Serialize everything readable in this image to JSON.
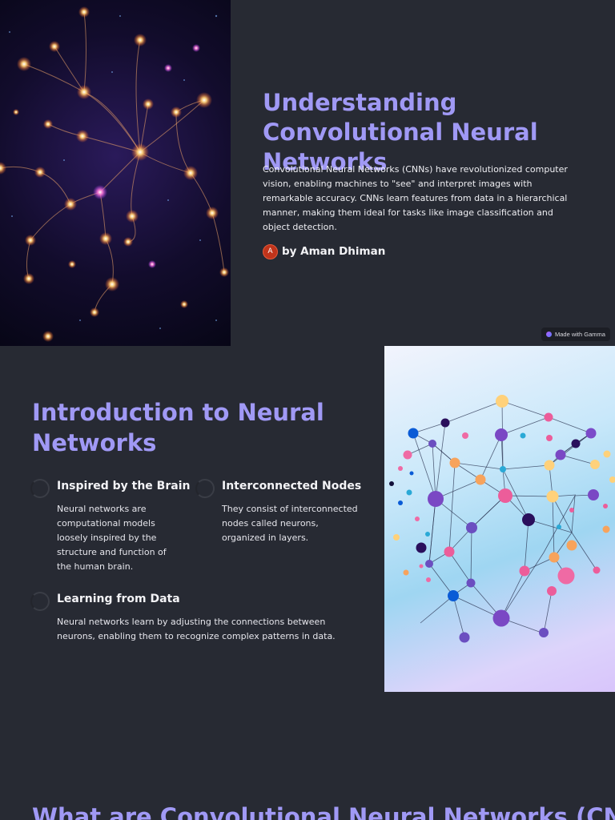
{
  "slide1": {
    "title": "Understanding Convolutional Neural Networks",
    "description": "Convolutional Neural Networks (CNNs) have revolutionized computer vision, enabling machines to \"see\" and interpret images with remarkable accuracy. CNNs learn features from data in a hierarchical manner, making them ideal for tasks like image classification and object detection.",
    "author_initial": "A",
    "author": "by Aman Dhiman",
    "badge": "Made with Gamma"
  },
  "slide2": {
    "title": "Introduction to Neural Networks",
    "features": [
      {
        "heading": "Inspired by the Brain",
        "body": "Neural networks are computational models loosely inspired by the structure and function of the human brain."
      },
      {
        "heading": "Interconnected Nodes",
        "body": "They consist of interconnected nodes called neurons, organized in layers."
      },
      {
        "heading": "Learning from Data",
        "body": "Neural networks learn by adjusting the connections between neurons, enabling them to recognize complex patterns in data."
      }
    ]
  },
  "slide3": {
    "title": "What are Convolutional Neural Networks (CNNs)?"
  },
  "colors": {
    "background": "#272a33",
    "heading": "#a099f5",
    "text": "#ffffff",
    "avatar": "#c0341b"
  }
}
